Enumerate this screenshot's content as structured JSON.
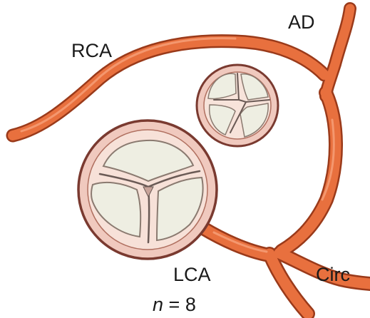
{
  "labels": {
    "ad": "AD",
    "rca": "RCA",
    "lca": "LCA",
    "circ": "Circ",
    "n_symbol": "n",
    "n_value": "= 8"
  },
  "colors": {
    "artery_fill": "#e8703e",
    "artery_outline": "#9a3a1a",
    "valve_ring": "#f0c9be",
    "valve_ring_outline": "#7a3a30",
    "cusp": "#eeeee2",
    "cusp_outline": "#8a7a70",
    "text": "#1a1a1a"
  }
}
